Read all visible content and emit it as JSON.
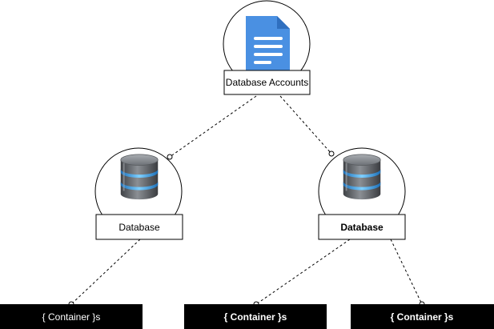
{
  "nodes": {
    "accounts": {
      "label": "Database Accounts",
      "icon": "document-icon"
    },
    "db_left": {
      "label": "Database",
      "icon": "database-icon"
    },
    "db_right": {
      "label": "Database",
      "icon": "database-icon"
    }
  },
  "containers": [
    {
      "label": "{ Container }s"
    },
    {
      "label": "{ Container }s"
    },
    {
      "label": "{ Container }s"
    }
  ],
  "colors": {
    "document_blue": "#4a90e2",
    "database_gray": "#6b6e72",
    "database_accent": "#3aa0e8",
    "container_fill": "#000000"
  }
}
